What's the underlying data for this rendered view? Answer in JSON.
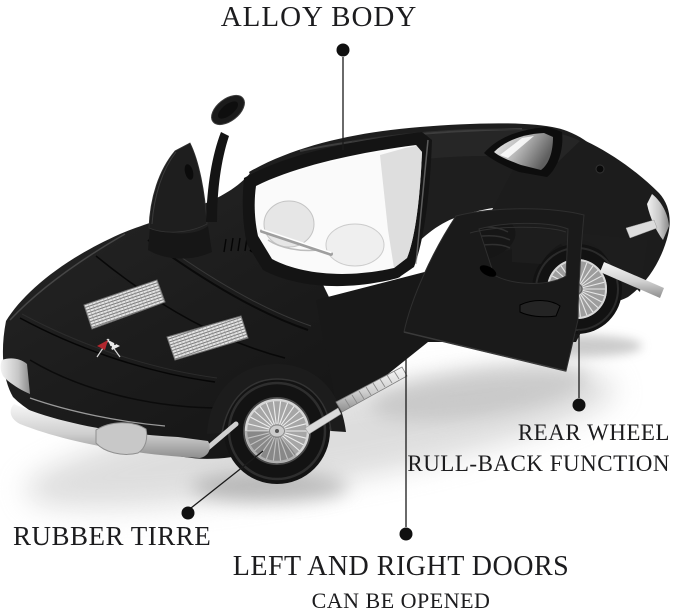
{
  "canvas": {
    "background": "#ffffff"
  },
  "typography": {
    "text_color": "#1c1c1e"
  },
  "annotations": {
    "alloy_body": {
      "label": "ALLOY BODY"
    },
    "rear_wheel": {
      "line1": "REAR WHEEL",
      "line2": "RULL-BACK FUNCTION"
    },
    "rubber_tire": {
      "label": "RUBBER TIRRE"
    },
    "doors": {
      "line1": "LEFT AND RIGHT DOORS",
      "line2": "CAN BE OPENED"
    }
  },
  "illustration": {
    "subject": "black die-cast model sports car, front three-quarter view, left and right doors open",
    "palette": {
      "body_black": "#1d1d1d",
      "highlight_gray": "#3a3a3a",
      "chrome": "#d8d8d8",
      "interior_white": "#f2f2f2",
      "wheel_silver": "#c4c4c4",
      "tire_black": "#131313",
      "emblem_red": "#b3272e",
      "shadow_gray": "#c4c4c4",
      "leader_line": "#1a1a1a"
    }
  }
}
